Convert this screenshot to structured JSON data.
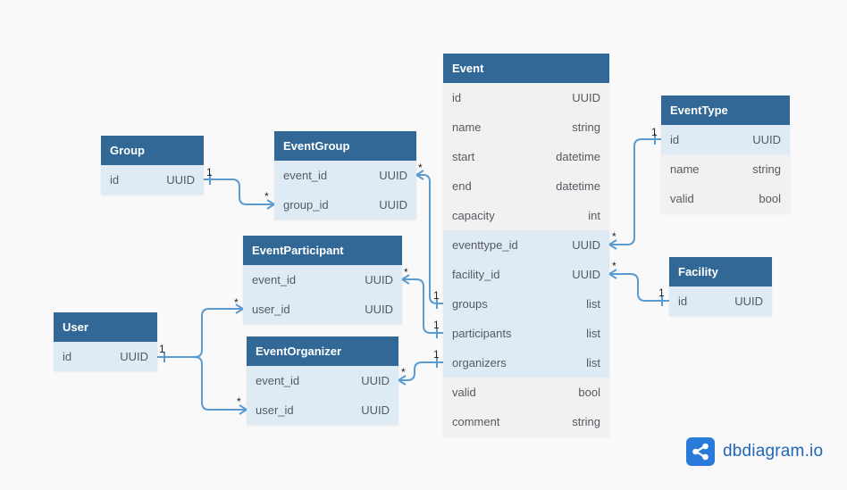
{
  "tables": {
    "group": {
      "title": "Group",
      "fields": [
        {
          "name": "id",
          "type": "UUID"
        }
      ]
    },
    "eventgroup": {
      "title": "EventGroup",
      "fields": [
        {
          "name": "event_id",
          "type": "UUID"
        },
        {
          "name": "group_id",
          "type": "UUID"
        }
      ]
    },
    "eventparticipant": {
      "title": "EventParticipant",
      "fields": [
        {
          "name": "event_id",
          "type": "UUID"
        },
        {
          "name": "user_id",
          "type": "UUID"
        }
      ]
    },
    "user": {
      "title": "User",
      "fields": [
        {
          "name": "id",
          "type": "UUID"
        }
      ]
    },
    "eventorganizer": {
      "title": "EventOrganizer",
      "fields": [
        {
          "name": "event_id",
          "type": "UUID"
        },
        {
          "name": "user_id",
          "type": "UUID"
        }
      ]
    },
    "event": {
      "title": "Event",
      "fields": [
        {
          "name": "id",
          "type": "UUID"
        },
        {
          "name": "name",
          "type": "string"
        },
        {
          "name": "start",
          "type": "datetime"
        },
        {
          "name": "end",
          "type": "datetime"
        },
        {
          "name": "capacity",
          "type": "int"
        },
        {
          "name": "eventtype_id",
          "type": "UUID"
        },
        {
          "name": "facility_id",
          "type": "UUID"
        },
        {
          "name": "groups",
          "type": "list"
        },
        {
          "name": "participants",
          "type": "list"
        },
        {
          "name": "organizers",
          "type": "list"
        },
        {
          "name": "valid",
          "type": "bool"
        },
        {
          "name": "comment",
          "type": "string"
        }
      ]
    },
    "eventtype": {
      "title": "EventType",
      "fields": [
        {
          "name": "id",
          "type": "UUID"
        },
        {
          "name": "name",
          "type": "string"
        },
        {
          "name": "valid",
          "type": "bool"
        }
      ]
    },
    "facility": {
      "title": "Facility",
      "fields": [
        {
          "name": "id",
          "type": "UUID"
        }
      ]
    }
  },
  "relations": [
    {
      "from": "Group.id",
      "from_card": "1",
      "to": "EventGroup.group_id",
      "to_card": "*"
    },
    {
      "from": "EventGroup.event_id",
      "from_card": "*",
      "to": "Event.groups",
      "to_card": "1"
    },
    {
      "from": "EventParticipant.event_id",
      "from_card": "*",
      "to": "Event.participants",
      "to_card": "1"
    },
    {
      "from": "EventOrganizer.event_id",
      "from_card": "*",
      "to": "Event.organizers",
      "to_card": "1"
    },
    {
      "from": "User.id",
      "from_card": "1",
      "to": "EventParticipant.user_id",
      "to_card": "*"
    },
    {
      "from": "User.id",
      "from_card": "1",
      "to": "EventOrganizer.user_id",
      "to_card": "*"
    },
    {
      "from": "Event.eventtype_id",
      "from_card": "*",
      "to": "EventType.id",
      "to_card": "1"
    },
    {
      "from": "Event.facility_id",
      "from_card": "*",
      "to": "Facility.id",
      "to_card": "1"
    }
  ],
  "brand": {
    "name": "dbdiagram.io",
    "icon": "share-nodes-icon"
  },
  "colors": {
    "header": "#316896",
    "highlight": "#deebf5",
    "edge": "#5b9bd0",
    "brand": "#2a7ad9"
  }
}
